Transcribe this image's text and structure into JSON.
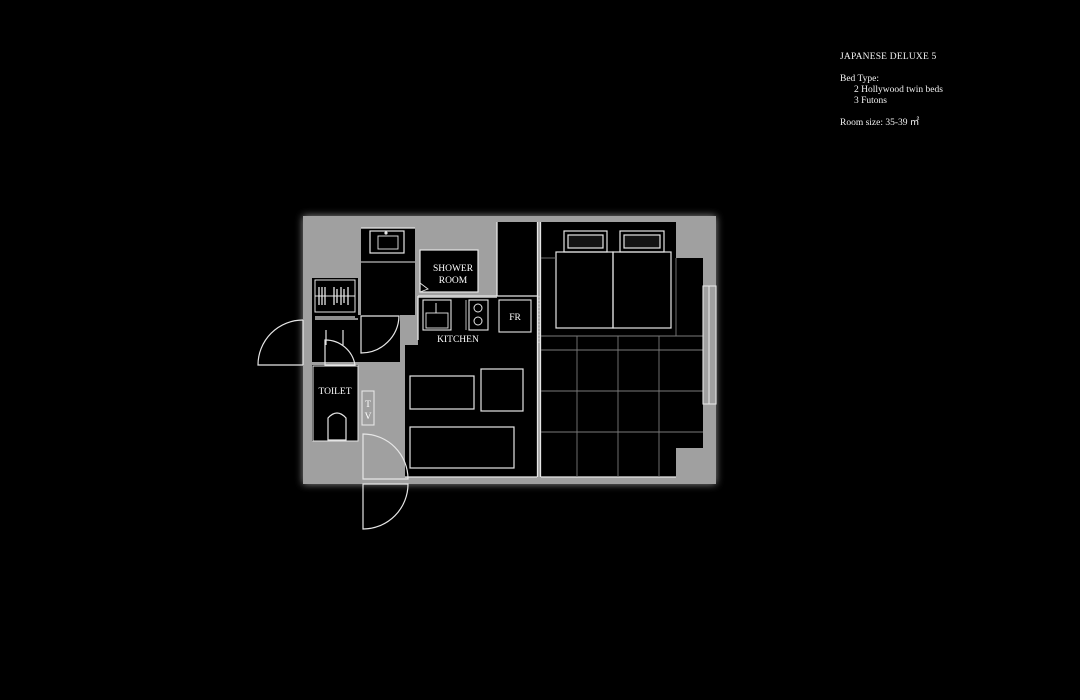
{
  "info": {
    "title": "JAPANESE DELUXE 5",
    "bed_type_label": "Bed Type:",
    "bed_types": [
      "2 Hollywood twin beds",
      "3 Futons"
    ],
    "room_size": "Room size: 35-39 ㎡"
  },
  "labels": {
    "shower_room_line1": "SHOWER",
    "shower_room_line2": "ROOM",
    "fridge": "FR",
    "kitchen": "KITCHEN",
    "toilet": "TOILET",
    "tv_line1": "T",
    "tv_line2": "V"
  },
  "colors": {
    "background": "#000000",
    "wall_fill": "#9a9a9a",
    "line": "#e6e6e6",
    "text": "#ffffff"
  }
}
